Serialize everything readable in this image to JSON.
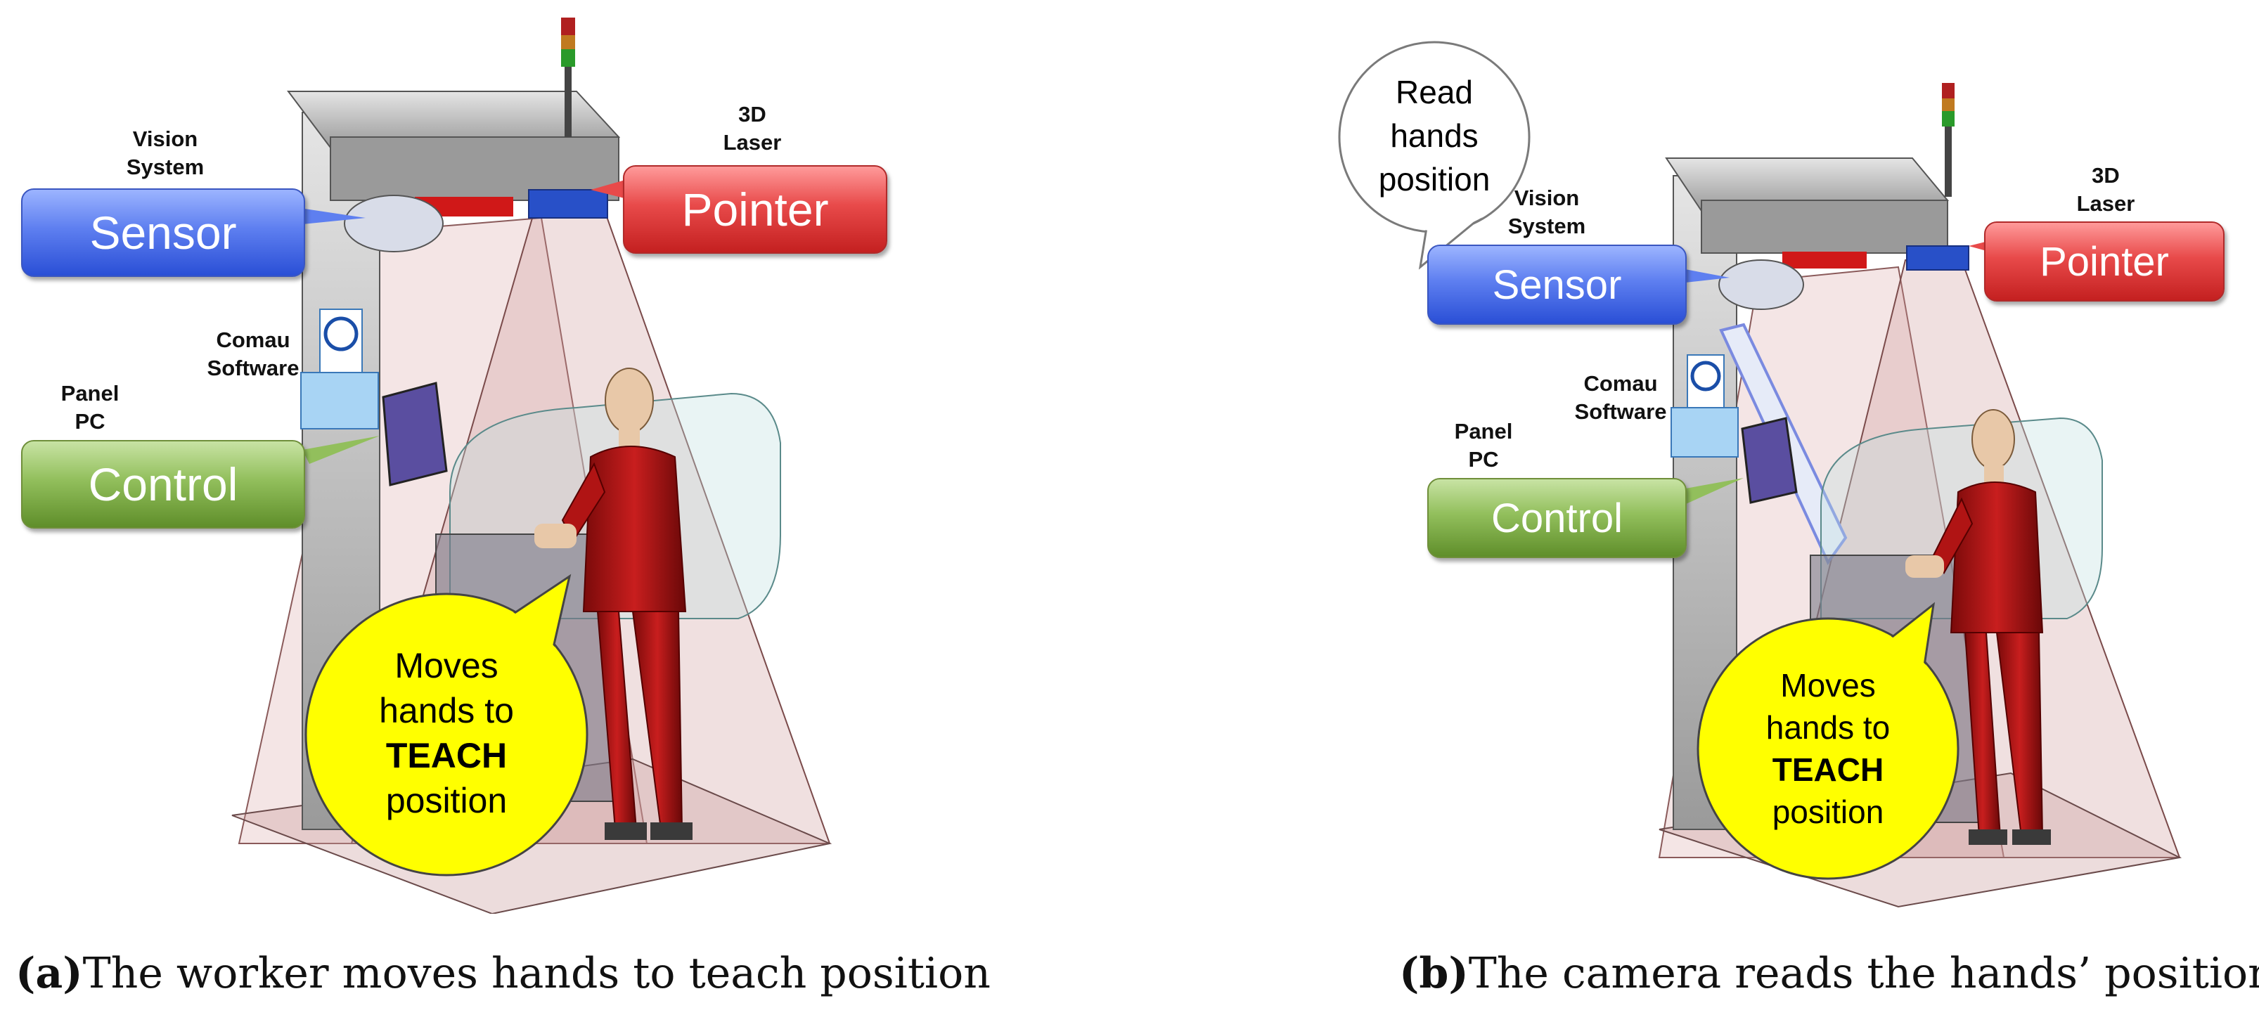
{
  "panel_a": {
    "vision_system_label": "Vision\nSystem",
    "sensor_box": "Sensor",
    "laser_label": "3D\nLaser",
    "pointer_box": "Pointer",
    "comau_label": "Comau\nSoftware",
    "panel_pc_label": "Panel\nPC",
    "control_box": "Control",
    "teach_bubble": {
      "line1": "Moves",
      "line2": "hands to",
      "line3": "TEACH",
      "line4": "position"
    },
    "caption_tag": "(a)",
    "caption_text": "The worker moves hands to teach position"
  },
  "panel_b": {
    "read_bubble": {
      "line1": "Read",
      "line2": "hands",
      "line3": "position"
    },
    "vision_system_label": "Vision\nSystem",
    "sensor_box": "Sensor",
    "laser_label": "3D\nLaser",
    "pointer_box": "Pointer",
    "comau_label": "Comau\nSoftware",
    "panel_pc_label": "Panel\nPC",
    "control_box": "Control",
    "teach_bubble": {
      "line1": "Moves",
      "line2": "hands to",
      "line3": "TEACH",
      "line4": "position"
    },
    "caption_tag": "(b)",
    "caption_text": "The camera reads the hands’ position"
  },
  "colors": {
    "sensor": "#3a5ee0",
    "pointer": "#e03434",
    "control": "#7aa843",
    "teach_bubble": "#ffff00",
    "worker": "#b01414",
    "cone": "#e6b3b3"
  },
  "icons": [
    "comau-logo-icon",
    "signal-tower-icon",
    "camera-icon",
    "laser-projector-icon",
    "panel-pc-icon"
  ]
}
